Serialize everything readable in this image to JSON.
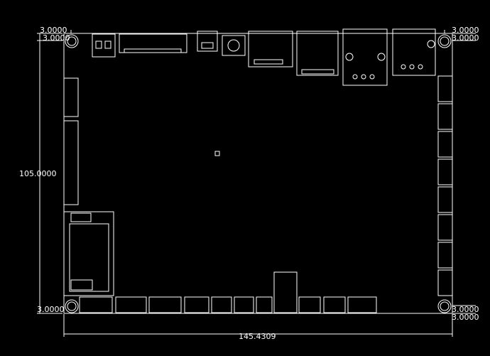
{
  "board": {
    "name": "",
    "outline_color": "#ffffff",
    "background": "#000000"
  },
  "dimensions": {
    "width_label": "145.4309",
    "height_label": "105.0000",
    "corner_offset_label": "3.0000",
    "tl_a": "3.0000",
    "tl_b": "3.0000",
    "tr_a": "3.0000",
    "tr_b": "3.0000",
    "bl": "3.0000",
    "br_a": "3.0000",
    "br_b": "3.0000"
  }
}
